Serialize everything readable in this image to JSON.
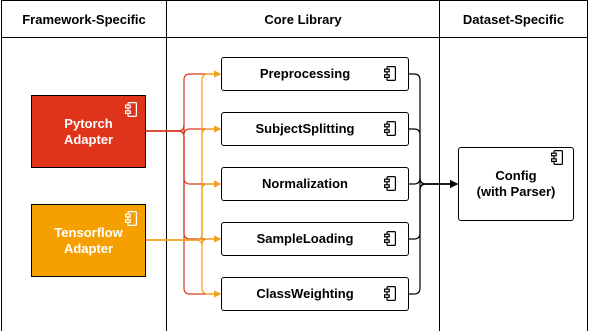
{
  "lanes": [
    {
      "name": "framework",
      "title": "Framework-Specific"
    },
    {
      "name": "core",
      "title": "Core Library"
    },
    {
      "name": "dataset",
      "title": "Dataset-Specific"
    }
  ],
  "adapters": [
    {
      "name": "pytorch-adapter",
      "label": "Pytorch\nAdapter",
      "fill": "#E0341A",
      "color": "#ffffff"
    },
    {
      "name": "tensorflow-adapter",
      "label": "Tensorflow\nAdapter",
      "fill": "#F5A000",
      "color": "#ffffff"
    }
  ],
  "core_components": [
    {
      "name": "preprocessing",
      "label": "Preprocessing"
    },
    {
      "name": "subjectsplitting",
      "label": "SubjectSplitting"
    },
    {
      "name": "normalization",
      "label": "Normalization"
    },
    {
      "name": "sampleloading",
      "label": "SampleLoading"
    },
    {
      "name": "classweighting",
      "label": "ClassWeighting"
    }
  ],
  "config": {
    "label": "Config\n(with Parser)"
  },
  "colors": {
    "pytorch_wire": "#D63A1C",
    "tensorflow_wire": "#F0A41C",
    "core_wire": "#000000"
  },
  "icon": "component-icon"
}
